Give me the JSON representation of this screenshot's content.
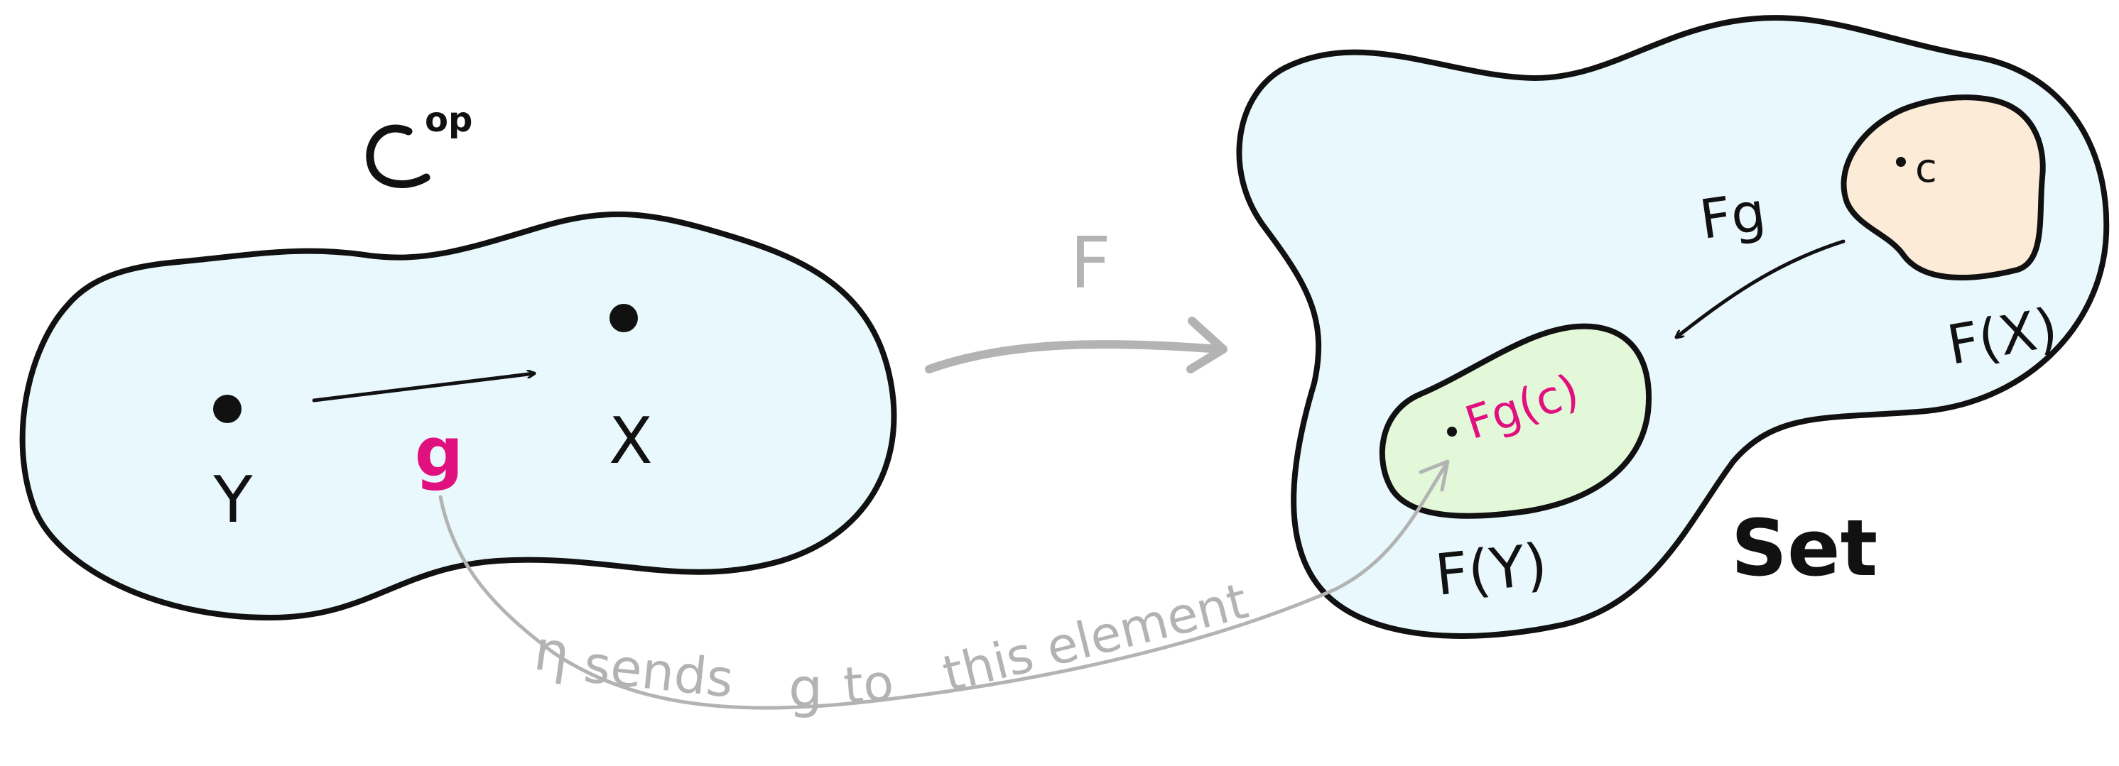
{
  "colors": {
    "blob_fill": "#e8f8fd",
    "outline": "#111111",
    "magenta": "#e0107f",
    "grey": "#b3b3b3",
    "peach": "#fcebd6",
    "green": "#e3f8d8"
  },
  "left_category": {
    "label_base": "C",
    "label_sup": "op",
    "object_y": "Y",
    "object_x": "X",
    "morphism": "g"
  },
  "functor": {
    "label": "F"
  },
  "right_category": {
    "label": "Set",
    "set_fx": {
      "label": "F(X)",
      "element": "c"
    },
    "set_fy": {
      "label": "F(Y)",
      "element": "Fg(c)"
    },
    "map_label": "Fg"
  },
  "annotation": {
    "prefix": "η",
    "text": "sends",
    "g": "g",
    "text2": "to",
    "text3": "this element"
  }
}
